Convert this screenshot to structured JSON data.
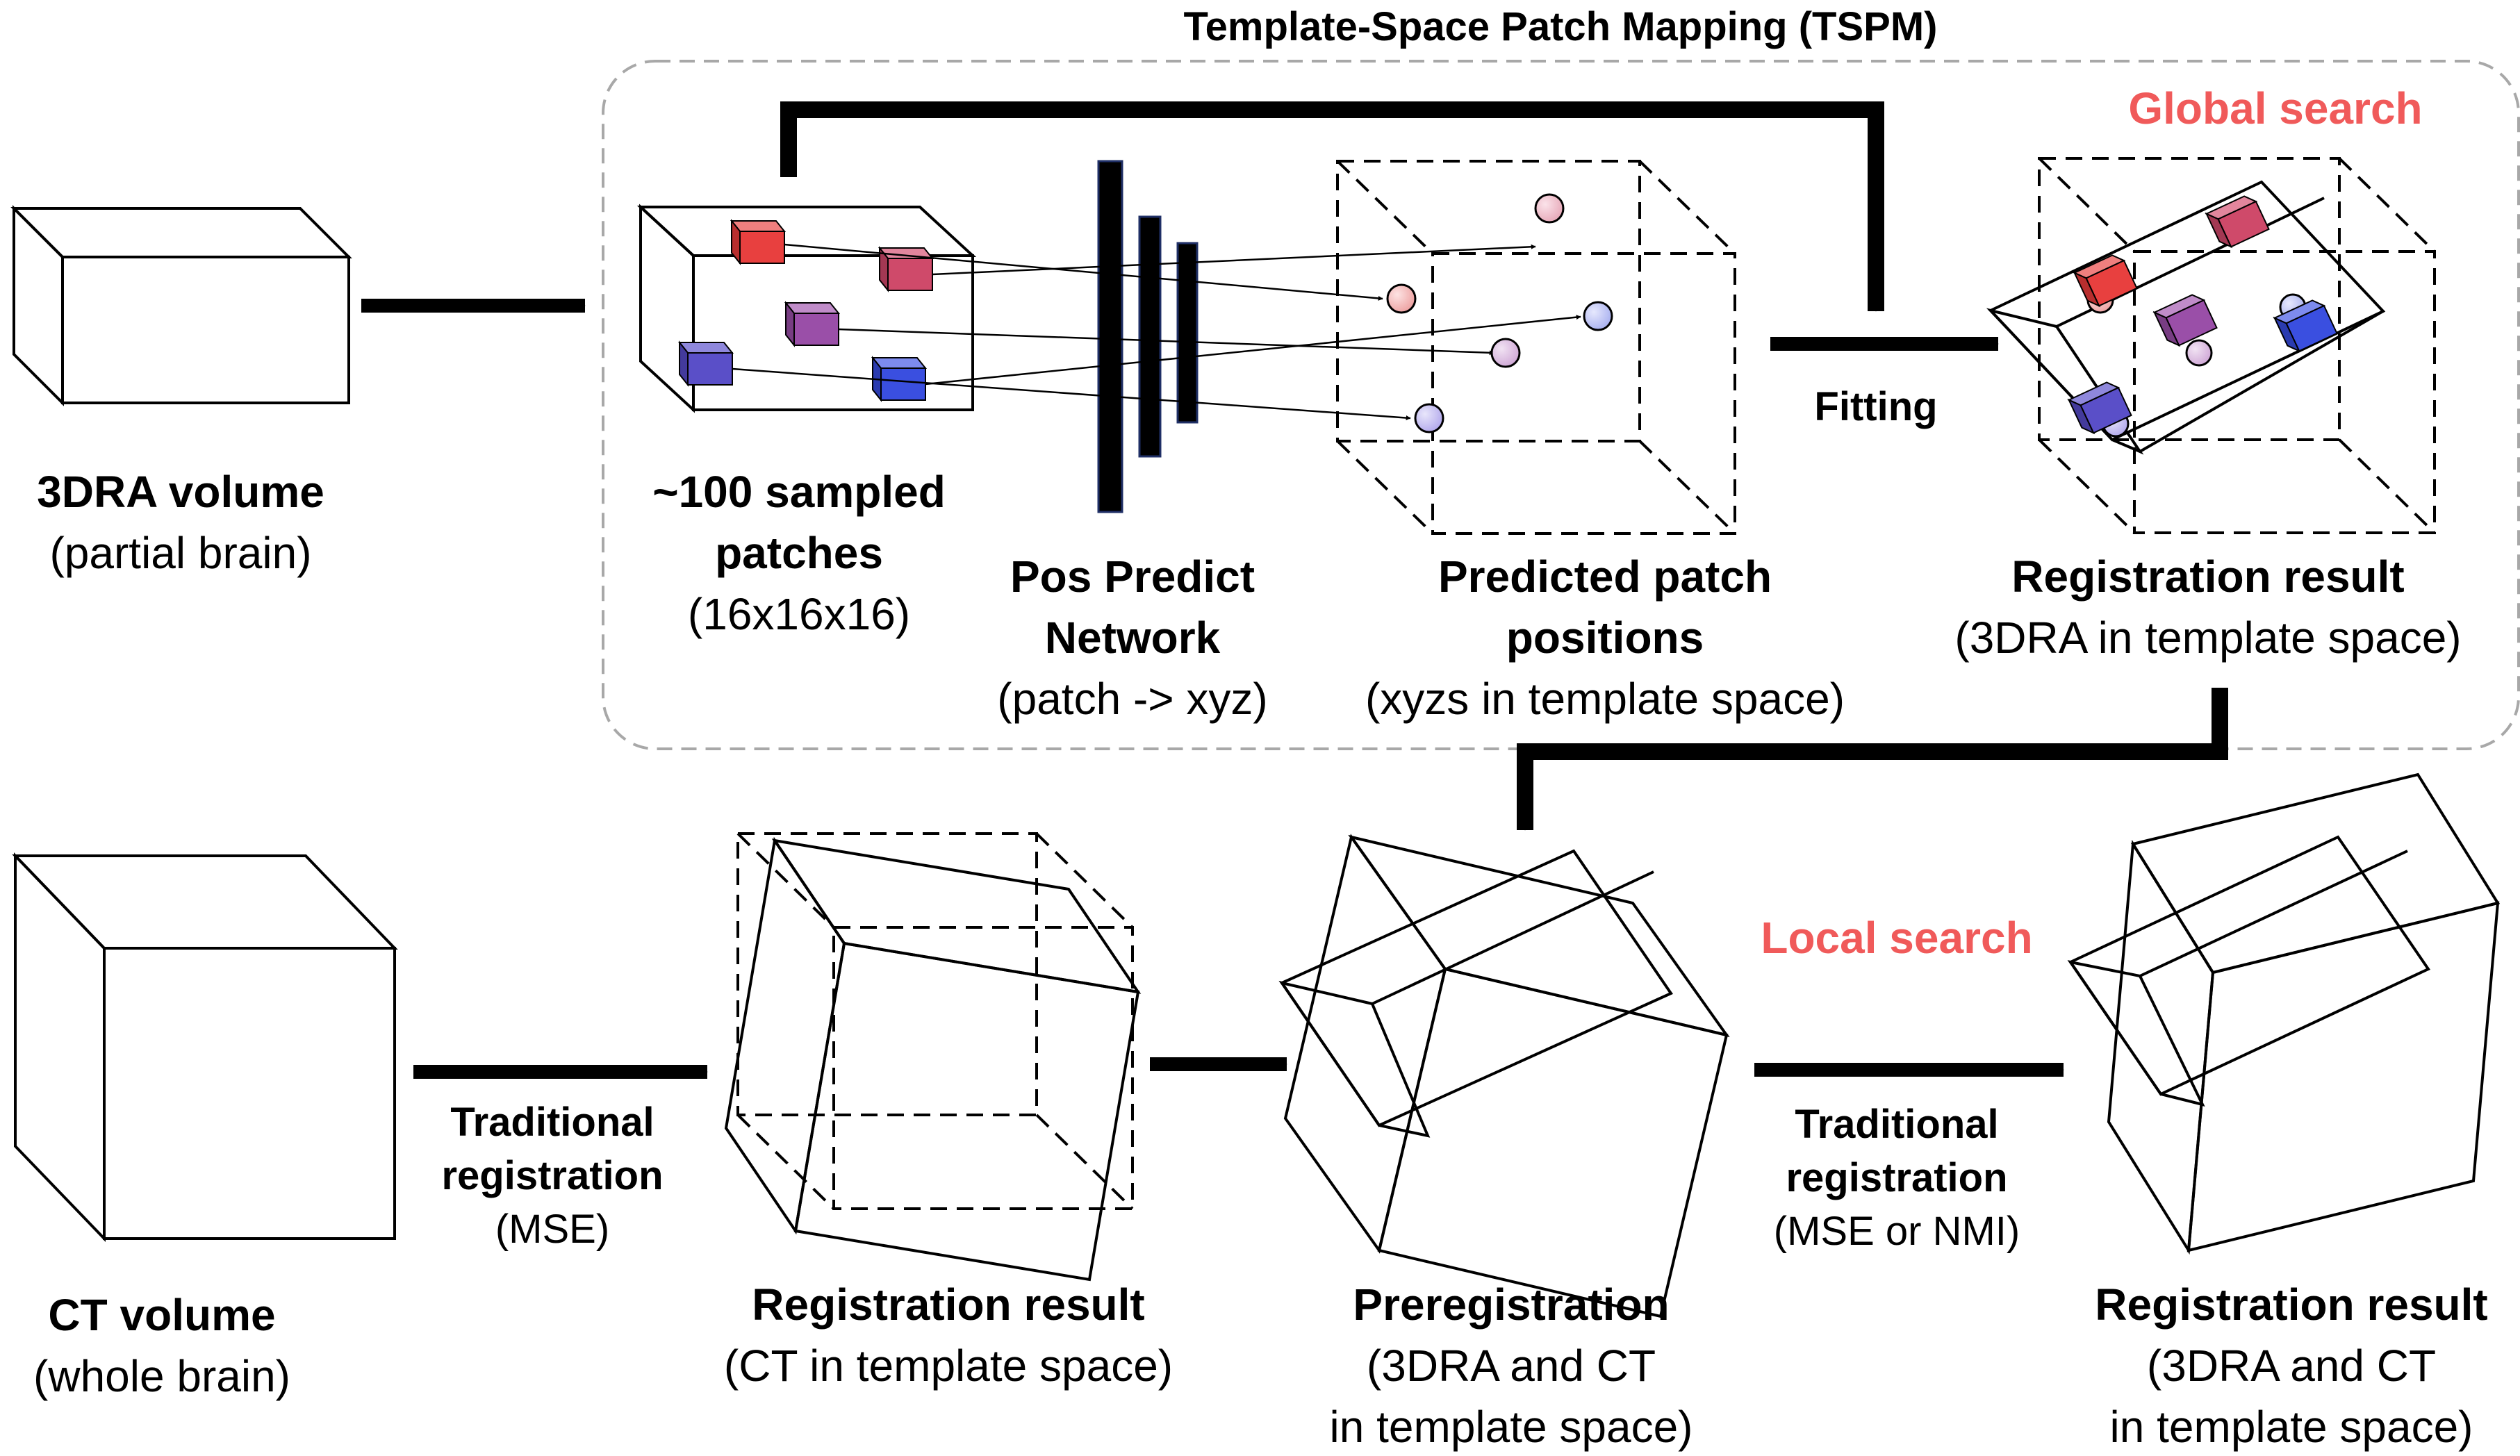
{
  "tspm": {
    "title": "Template-Space Patch Mapping (TSPM)",
    "global_search": "Global search",
    "fitting": "Fitting"
  },
  "local_search": "Local search",
  "nodes": {
    "dra_volume": {
      "title": "3DRA volume",
      "subtitle": "(partial brain)"
    },
    "sampled_patches": {
      "title_line1": "~100 sampled",
      "title_line2": "patches",
      "subtitle": "(16x16x16)"
    },
    "pos_predict": {
      "title_line1": "Pos Predict",
      "title_line2": "Network",
      "subtitle": "(patch -> xyz)"
    },
    "predicted_positions": {
      "title_line1": "Predicted patch",
      "title_line2": "positions",
      "subtitle": "(xyzs in template space)"
    },
    "registration_result_top": {
      "title": "Registration result",
      "subtitle": "(3DRA in template space)"
    },
    "ct_volume": {
      "title": "CT volume",
      "subtitle": "(whole brain)"
    },
    "registration_result_ct": {
      "title": "Registration result",
      "subtitle": "(CT in template space)"
    },
    "preregistration": {
      "title": "Preregistration",
      "subtitle_line1": "(3DRA and CT",
      "subtitle_line2": "in template space)"
    },
    "registration_result_final": {
      "title": "Registration result",
      "subtitle_line1": "(3DRA and CT",
      "subtitle_line2": "in template space)"
    }
  },
  "edges": {
    "traditional_mse": {
      "line1": "Traditional",
      "line2": "registration",
      "line3": "(MSE)"
    },
    "traditional_mse_nmi": {
      "line1": "Traditional",
      "line2": "registration",
      "line3": "(MSE or NMI)"
    }
  },
  "colors": {
    "accent_red": "#f05a5a",
    "patch_red": "#e8403f",
    "patch_pink": "#cf4a6a",
    "patch_purple": "#9a4fa8",
    "patch_blue": "#3a4fe0",
    "patch_indigo": "#5a4fc8",
    "dashed_border": "#a8a8a8"
  }
}
